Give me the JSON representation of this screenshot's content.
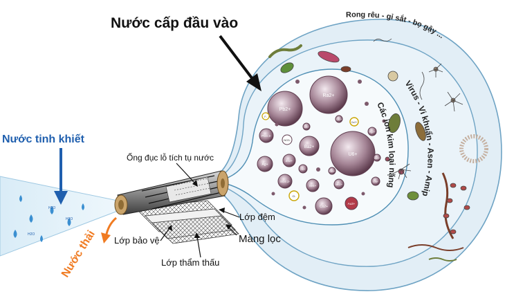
{
  "title": "Nước cấp đầu vào",
  "labels": {
    "pure_water": "Nước tinh khiết",
    "waste_water": "Nước thải",
    "tube": "Ống đục lỗ tích tụ nước",
    "spacer": "Lớp đệm",
    "membrane": "Màng lọc",
    "protective": "Lớp bảo vệ",
    "permeate": "Lớp thẩm thấu"
  },
  "rings": {
    "outer": "Rong rêu - gỉ sắt - bọ gậy ...",
    "middle": "Virus - Vi khuẩn - Asen - Amip",
    "inner": "Các ion kim loại nặng"
  },
  "ions": [
    {
      "label": "Pb2+"
    },
    {
      "label": "Ra2+"
    },
    {
      "label": "U6+"
    },
    {
      "label": "Ba2+"
    },
    {
      "label": "PO4 3-"
    },
    {
      "label": "NO3-"
    },
    {
      "label": "Ag+"
    },
    {
      "label": "Zn2+"
    },
    {
      "label": "SO4 2-"
    },
    {
      "label": "Co2+"
    },
    {
      "label": "Au3+"
    },
    {
      "label": "Se4+"
    },
    {
      "label": "Mn2+"
    },
    {
      "label": "Cu2+"
    },
    {
      "label": "Al3+"
    },
    {
      "label": "Ni2+"
    },
    {
      "label": "Cr6+"
    },
    {
      "label": "Hg2+"
    },
    {
      "label": "Cl-"
    },
    {
      "label": "F-"
    },
    {
      "label": "Fe3+"
    },
    {
      "label": "As3+"
    },
    {
      "label": "Cd2+"
    }
  ],
  "drops": {
    "label": "H2O"
  },
  "colors": {
    "title": "#111111",
    "pure_water": "#1f5fae",
    "waste_water": "#f07b22",
    "bubble_outer": "#e2eef6",
    "bubble_mid": "#eaf3f9",
    "bubble_inner": "#f6fafc",
    "ion_fill": "#7d5a6c",
    "drop": "#3a8fd1"
  }
}
